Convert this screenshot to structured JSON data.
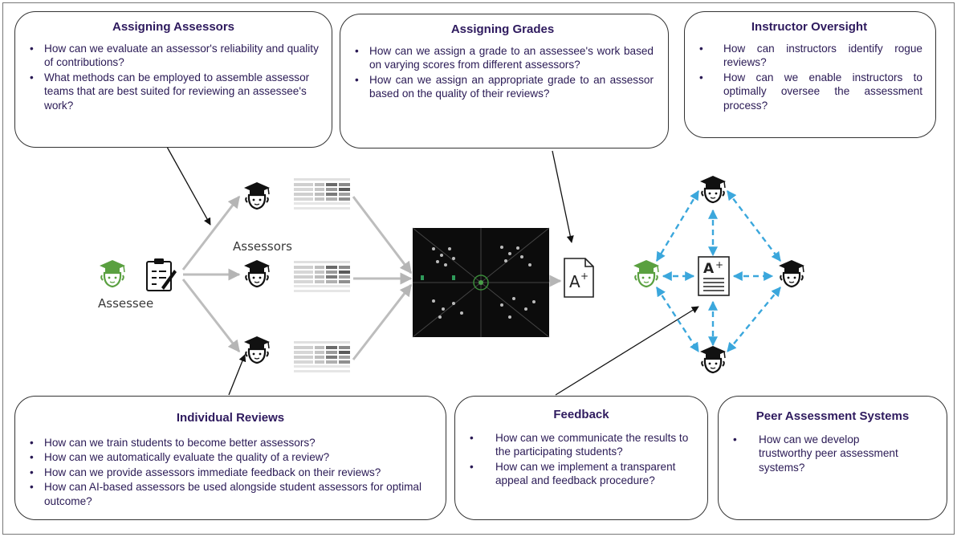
{
  "boxes": {
    "assigning_assessors": {
      "title": "Assigning Assessors",
      "items": [
        "How can we evaluate an assessor's reliability and quality of contributions?",
        "What methods can be employed to assemble assessor teams that are best suited for reviewing an assessee's work?"
      ]
    },
    "assigning_grades": {
      "title": "Assigning Grades",
      "items": [
        "How can we assign a grade to an assessee's work based on varying scores from different assessors?",
        "How can we assign an appropriate grade to an assessor based on the quality of their reviews?"
      ]
    },
    "instructor_oversight": {
      "title": "Instructor Oversight",
      "items": [
        "How can instructors identify rogue reviews?",
        "How can we enable instructors to optimally oversee the assessment process?"
      ]
    },
    "individual_reviews": {
      "title": "Individual Reviews",
      "items": [
        "How can we train students to become better assessors?",
        "How can we automatically evaluate the quality of a review?",
        "How can we provide assessors immediate feedback on their reviews?",
        "How can AI-based assessors be used alongside student assessors for optimal outcome?"
      ]
    },
    "feedback": {
      "title": "Feedback",
      "items": [
        "How can we communicate the results to the participating students?",
        "How can we implement a transparent appeal and feedback procedure?"
      ]
    },
    "peer_assessment_systems": {
      "title": "Peer Assessment Systems",
      "items": [
        "How can we develop trustworthy peer assessment systems?"
      ]
    }
  },
  "diagram": {
    "assessee_label": "Assessee",
    "assessors_label": "Assessors",
    "grade_label": "A+"
  },
  "colors": {
    "title_purple": "#2e1a5e",
    "text_purple": "#2a1a55",
    "assessee_green": "#5aa040",
    "dashed_blue": "#3ba7dc",
    "arrow_gray": "#bdbdbd"
  }
}
